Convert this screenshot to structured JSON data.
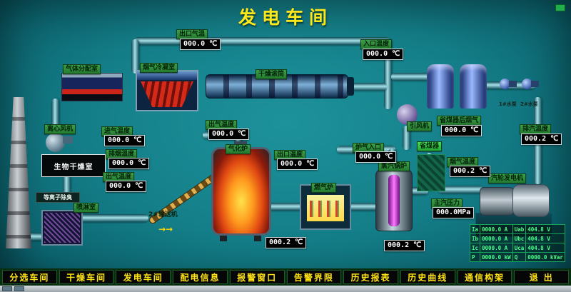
{
  "window": {
    "title": "发电车间"
  },
  "labels": {
    "gas_distribution_room": "气体分配室",
    "flue_gas_condenser": "烟气冷凝室",
    "drying_drum": "干燥滚筒",
    "outlet_gas_temp": "出口气温",
    "inlet_temp": "入口温度",
    "centrifugal_fan": "离心风机",
    "intake_temp": "进气温度",
    "exhaust_temp": "排烟温度",
    "outgas_temp_left": "出气温度",
    "bio_drying_room": "生物干燥室",
    "plasma_deodorizer": "等离子除臭",
    "spray_room": "喷淋室",
    "conveyor": "2#输送机",
    "outgas_temp_center": "出气温度",
    "gasifier": "气化炉",
    "furnace_outlet_temp": "出口温度",
    "gas_furnace": "燃气炉",
    "furnace_gas_inlet": "炉气入口",
    "steam_boiler": "蒸汽锅炉",
    "economizer": "省煤器",
    "induced_draft_fan": "引风机",
    "economizer_outlet_flue": "省煤器后烟气",
    "flue_gas_temp": "烟气温度",
    "exhaust_steam_temp": "排汽温度",
    "turbine_generator": "汽轮发电机",
    "main_steam_pressure": "主汽压力",
    "pump1": "1#水泵",
    "pump2": "2#水泵",
    "conveyor_arrows": "→→"
  },
  "displays": {
    "outlet_gas": "000.0 ℃",
    "inlet": "000.0 ℃",
    "intake_left": "000.0 ℃",
    "exhaust_left": "000.0 ℃",
    "outgas_left": "000.0 ℃",
    "outgas_center": "000.0 ℃",
    "furnace_outlet": "000.0 ℃",
    "furnace_gas_inlet": "000.0 ℃",
    "gas_furnace_bottom": "000.2 ℃",
    "boiler_bottom": "000.2 ℃",
    "economizer_flue": "000.0 ℃",
    "flue_right": "000.2 ℃",
    "exhaust_steam": "000.2 ℃",
    "main_pressure": "000.0MPa"
  },
  "electrical_table": {
    "rows": [
      [
        "Ia",
        "0000.0 A",
        "Uab",
        "404.8 V"
      ],
      [
        "Ib",
        "0000.0 A",
        "Ubc",
        "404.8 V"
      ],
      [
        "Ic",
        "0000.0 A",
        "Uca",
        "404.8 V"
      ],
      [
        "P",
        "0000.0 kW",
        "Q",
        "0000.0 kVar"
      ]
    ]
  },
  "menu": [
    "分选车间",
    "干燥车间",
    "发电车间",
    "配电信息",
    "报警窗口",
    "告警界限",
    "历史报表",
    "历史曲线",
    "通信构架",
    "退 出"
  ],
  "colors": {
    "background": "#147e88",
    "title_yellow": "#ffe81a",
    "label_green": "#2f8f3a",
    "display_bg": "#000000",
    "menu_text": "#ffe414",
    "table_green": "#4dff8a"
  }
}
